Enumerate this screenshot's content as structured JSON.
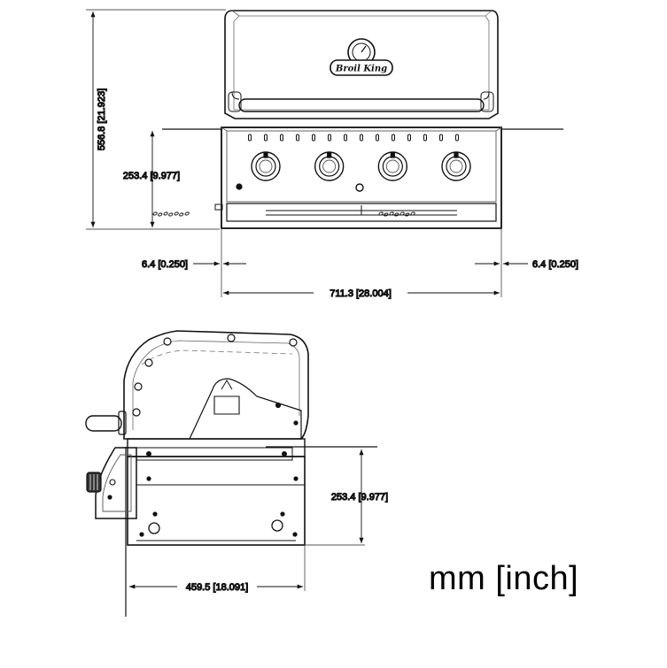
{
  "front_view": {
    "brand_badge": "Broil King",
    "dim_height_total": "556.8 [21.923]",
    "dim_height_cutout": "253.4 [9.977]",
    "dim_side_left": "6.4 [0.250]",
    "dim_side_right": "6.4 [0.250]",
    "dim_width": "711.3 [28.004]"
  },
  "side_view": {
    "dim_height_cutout": "253.4 [9.977]",
    "dim_depth": "459.5 [18.091]"
  },
  "units_label": "mm [inch]",
  "knob_count": 4
}
